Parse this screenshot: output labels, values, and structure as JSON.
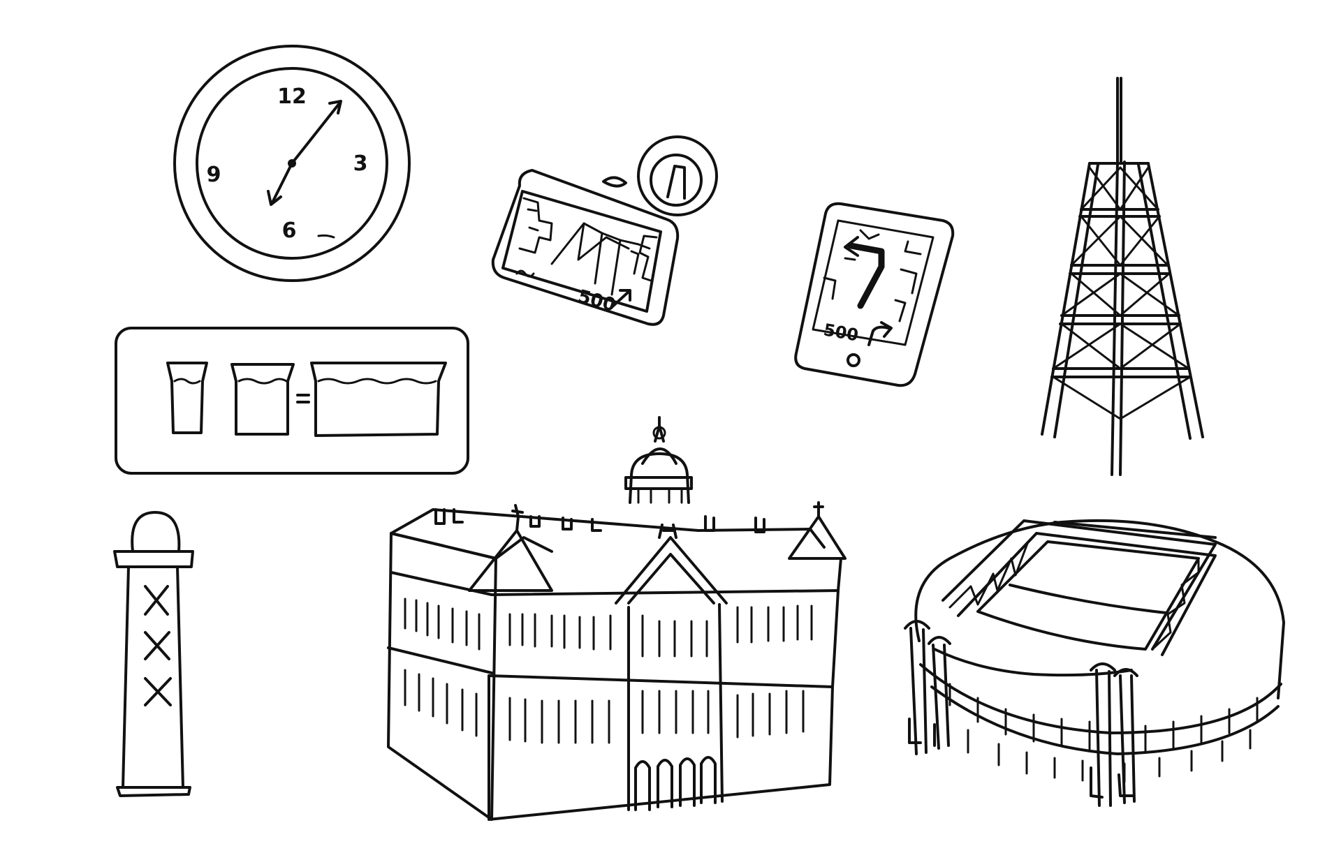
{
  "clock": {
    "numerals": [
      "12",
      "3",
      "6",
      "9"
    ]
  },
  "car_gps": {
    "distance_label": "500"
  },
  "phone_gps": {
    "distance_label": "500"
  },
  "colors": {
    "ink": "#111111",
    "paper": "#ffffff"
  },
  "icons": [
    "wall-clock-icon",
    "car-navigation-device-icon",
    "smartphone-navigation-icon",
    "radio-tower-icon",
    "measuring-beakers-icon",
    "striped-column-icon",
    "domed-palace-building-icon",
    "stadium-icon"
  ]
}
